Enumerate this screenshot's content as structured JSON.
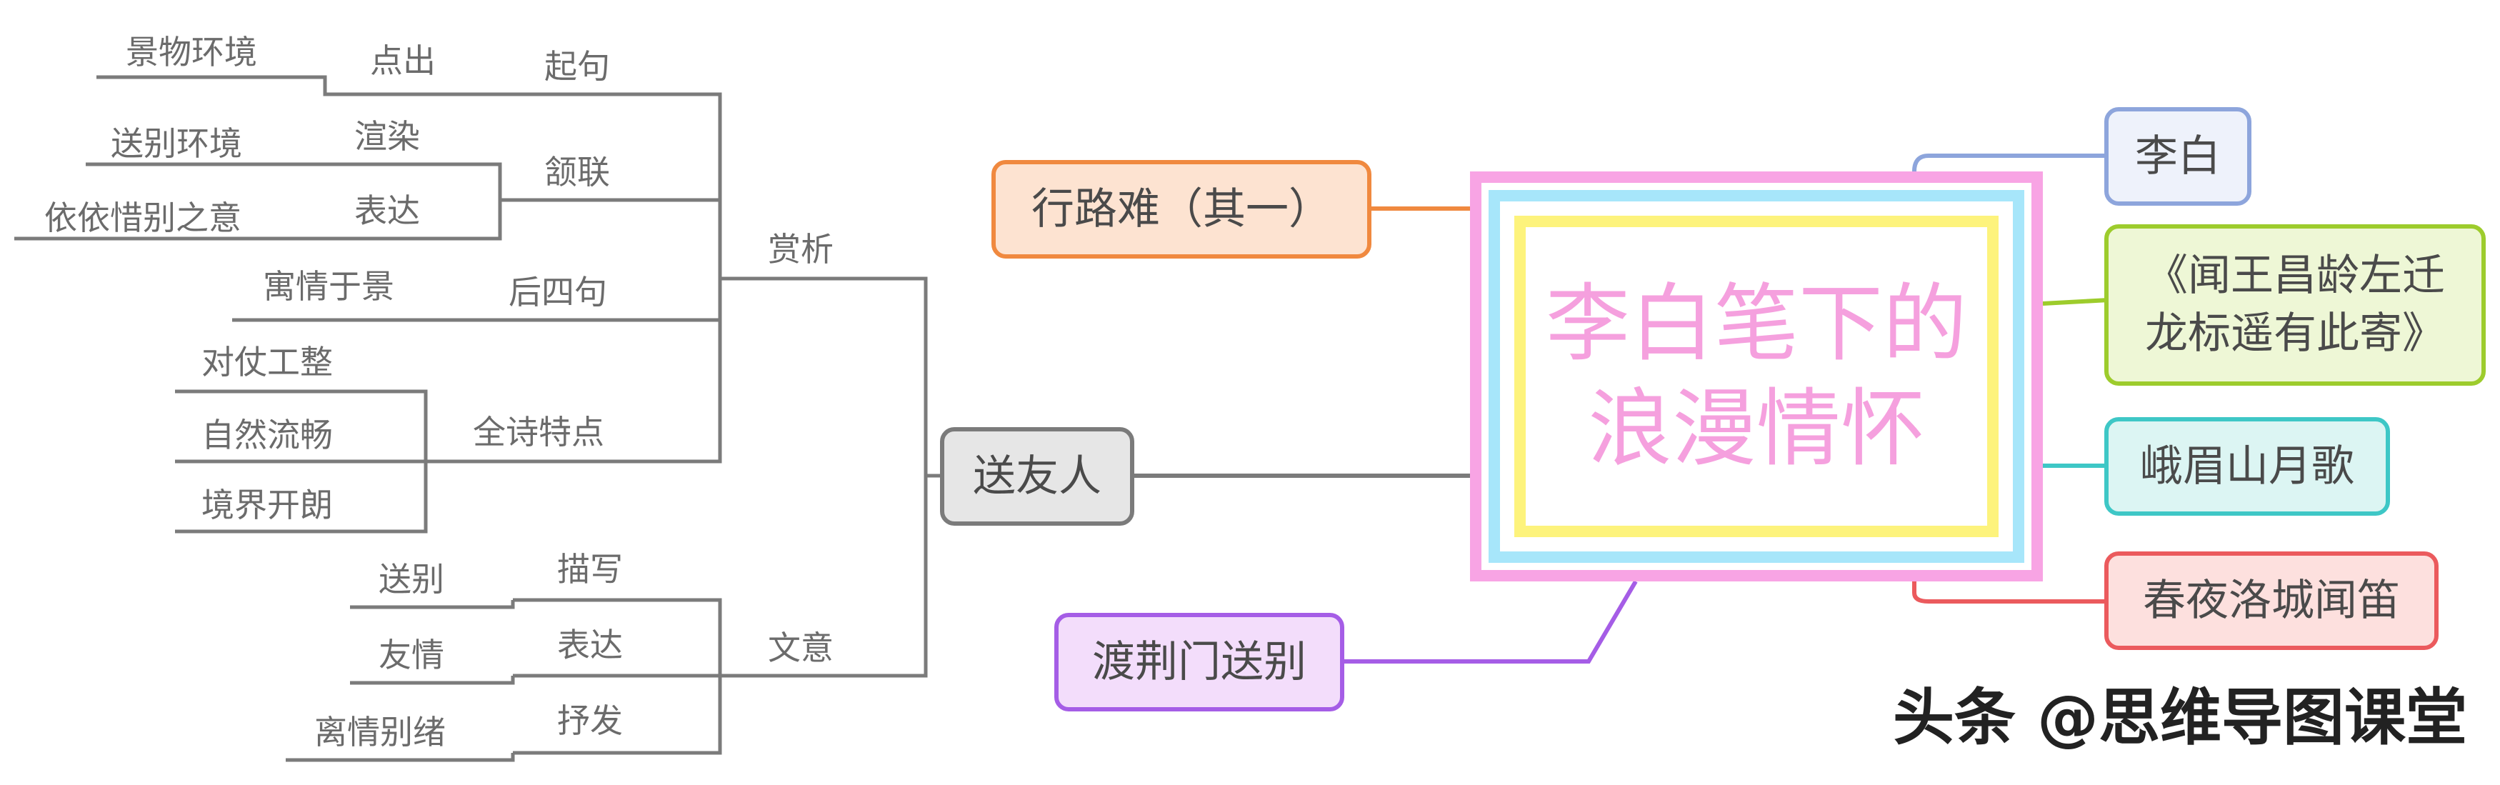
{
  "colors": {
    "line_gray": "#7b7b7b",
    "center_outer": "#f8a4e4",
    "center_middle": "#a7e6fa",
    "center_inner": "#fdf37c",
    "center_text": "#f5a0de"
  },
  "center": {
    "line1": "李白笔下的",
    "line2": "浪漫情怀"
  },
  "right_branches": [
    {
      "label": "李白",
      "color": "#8da5dc",
      "fill": "#eef2fb"
    },
    {
      "line1": "《闻王昌龄左迁",
      "line2": "龙标遥有此寄》",
      "color": "#9dcc2c",
      "fill": "#eef7d6"
    },
    {
      "label": "峨眉山月歌",
      "color": "#3ec7c6",
      "fill": "#dcf5f3"
    },
    {
      "label": "春夜洛城闻笛",
      "color": "#eb5a5d",
      "fill": "#fde0de"
    }
  ],
  "left_branches": [
    {
      "label": "行路难（其一）",
      "color": "#f0893f",
      "fill": "#fde3d1"
    },
    {
      "label": "送友人",
      "color": "#7b7b7b",
      "fill": "#e6e6e6"
    },
    {
      "label": "渡荆门送别",
      "color": "#a55de6",
      "fill": "#f3ddfb"
    }
  ],
  "songyouren": {
    "shangxi": {
      "label": "赏析",
      "qiju": {
        "label": "起句",
        "dianchu": "点出",
        "jingwu": "景物环境"
      },
      "hanlian": {
        "label": "颔联",
        "xuanran": "渲染",
        "songbie_env": "送别环境",
        "biaoda": "表达",
        "yiyi": "依依惜别之意"
      },
      "housiju": {
        "label": "后四句",
        "yuqing": "寓情于景"
      },
      "quanshi": {
        "label": "全诗特点",
        "duizhang": "对仗工整",
        "ziran": "自然流畅",
        "jingjie": "境界开朗"
      }
    },
    "wenyi": {
      "label": "文意",
      "miaoxie": {
        "label": "描写",
        "child": "送别"
      },
      "biaoda": {
        "label": "表达",
        "child": "友情"
      },
      "shufa": {
        "label": "抒发",
        "child": "离情别绪"
      }
    }
  },
  "watermark": "头条 @思维导图课堂"
}
